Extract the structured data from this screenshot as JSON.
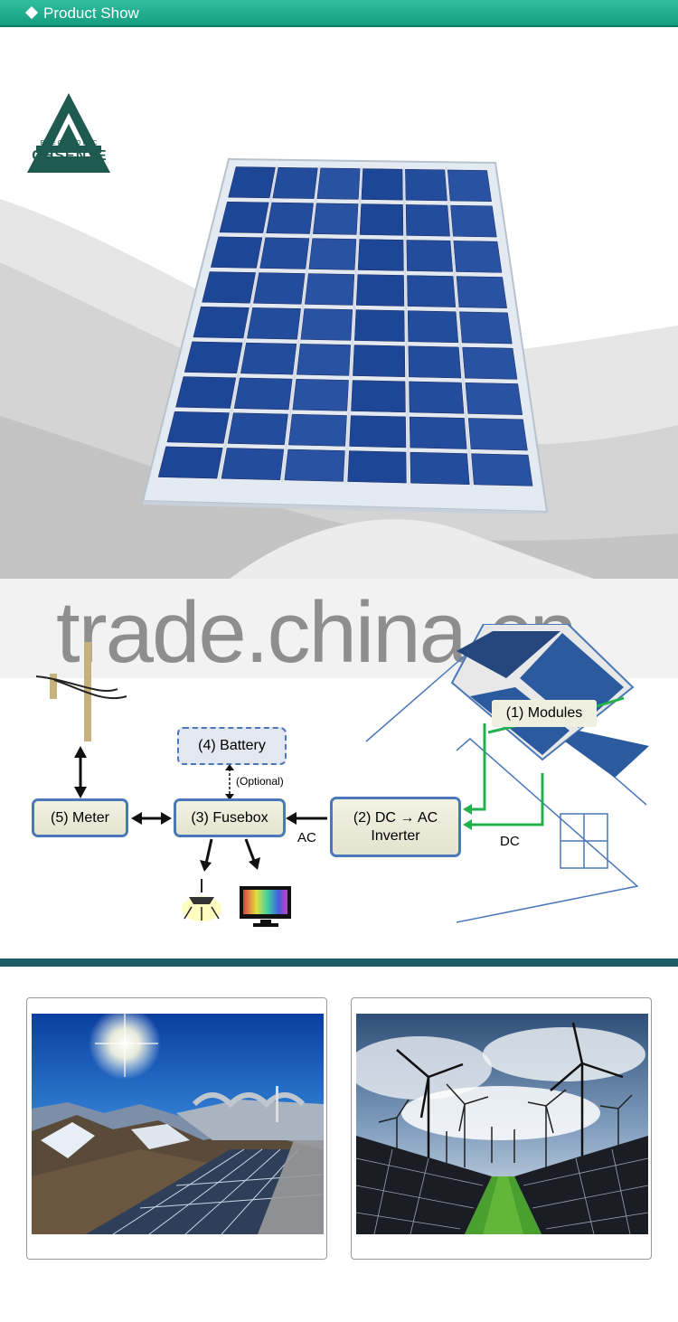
{
  "header": {
    "title": "Product Show"
  },
  "logo": {
    "subtitle": "ELECTRONIC",
    "name": "CHSENTE"
  },
  "watermark": "trade.china.cn",
  "diagram": {
    "modules": "(1) Modules",
    "inverter_line1": "(2) DC → AC",
    "inverter_line2": "Inverter",
    "fusebox": "(3) Fusebox",
    "battery": "(4) Battery",
    "meter": "(5) Meter",
    "optional": "(Optional)",
    "ac": "AC",
    "dc": "DC"
  },
  "colors": {
    "header": "#159e80",
    "band": "#1e5a63",
    "diagram_border": "#4a78b8",
    "wire_green": "#22b14c"
  },
  "photos": [
    {
      "name": "mountain-solar-photo"
    },
    {
      "name": "wind-solar-field-photo"
    }
  ]
}
